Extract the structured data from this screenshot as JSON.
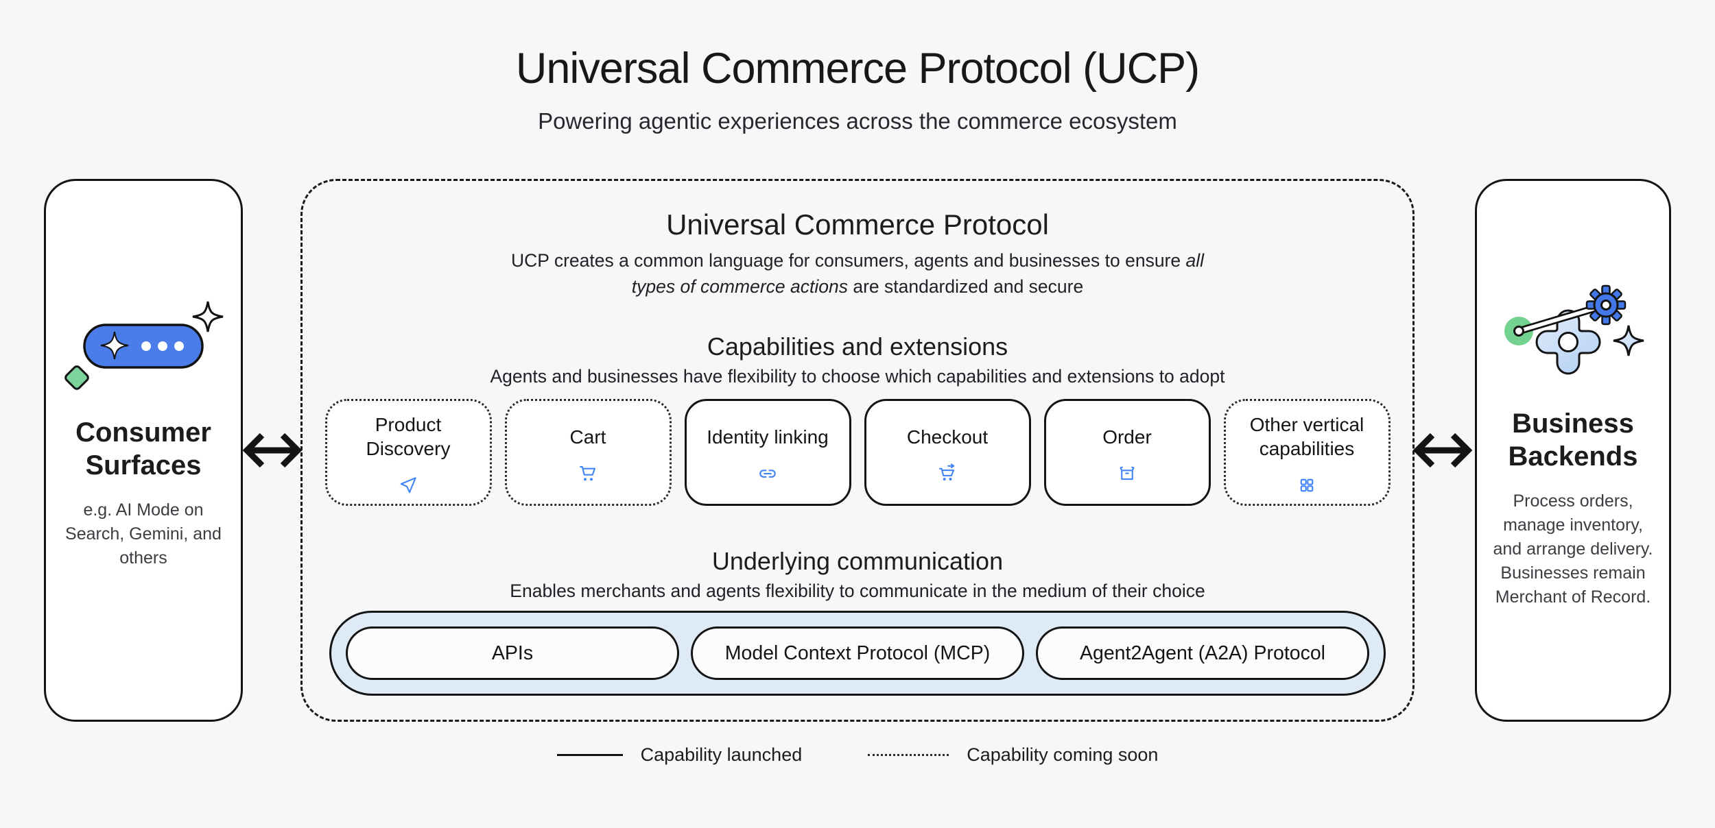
{
  "page": {
    "title": "Universal Commerce Protocol (UCP)",
    "subtitle": "Powering agentic experiences across the commerce ecosystem",
    "colors": {
      "background": "#f6f7f9",
      "panel_background": "#ffffff",
      "border": "#141414",
      "accent_blue": "#4285f4",
      "light_blue_bar": "#dfeaf7",
      "green": "#7cd49b"
    }
  },
  "consumer_panel": {
    "title": "Consumer Surfaces",
    "description": "e.g. AI Mode on Search, Gemini, and others",
    "icon": "chat-sparkle-icon"
  },
  "business_panel": {
    "title": "Business Backends",
    "description": "Process orders, manage inventory, and arrange delivery. Businesses remain Merchant of Record.",
    "icon": "gears-sparkle-icon"
  },
  "protocol_panel": {
    "title": "Universal Commerce Protocol",
    "description": {
      "normal1": "UCP creates a common language for consumers, agents and businesses to ensure ",
      "italic": "all types of commerce actions",
      "normal2": " are standardized and secure"
    },
    "capabilities_section": {
      "title": "Capabilities and extensions",
      "subtitle": "Agents and businesses have flexibility to choose which capabilities and extensions to adopt",
      "cards": [
        {
          "label": "Product Discovery",
          "icon": "send-icon",
          "status": "coming-soon"
        },
        {
          "label": "Cart",
          "icon": "cart-icon",
          "status": "coming-soon"
        },
        {
          "label": "Identity linking",
          "icon": "link-icon",
          "status": "launched"
        },
        {
          "label": "Checkout",
          "icon": "cart-checkout-icon",
          "status": "launched"
        },
        {
          "label": "Order",
          "icon": "order-box-icon",
          "status": "launched"
        },
        {
          "label": "Other vertical capabilities",
          "icon": "grid-icon",
          "status": "coming-soon"
        }
      ]
    },
    "communication_section": {
      "title": "Underlying communication",
      "subtitle": "Enables merchants and agents flexibility to communicate in the medium of their choice",
      "pills": [
        "APIs",
        "Model Context Protocol (MCP)",
        "Agent2Agent (A2A) Protocol"
      ]
    }
  },
  "legend": {
    "launched_label": "Capability launched",
    "coming_soon_label": "Capability coming soon"
  }
}
